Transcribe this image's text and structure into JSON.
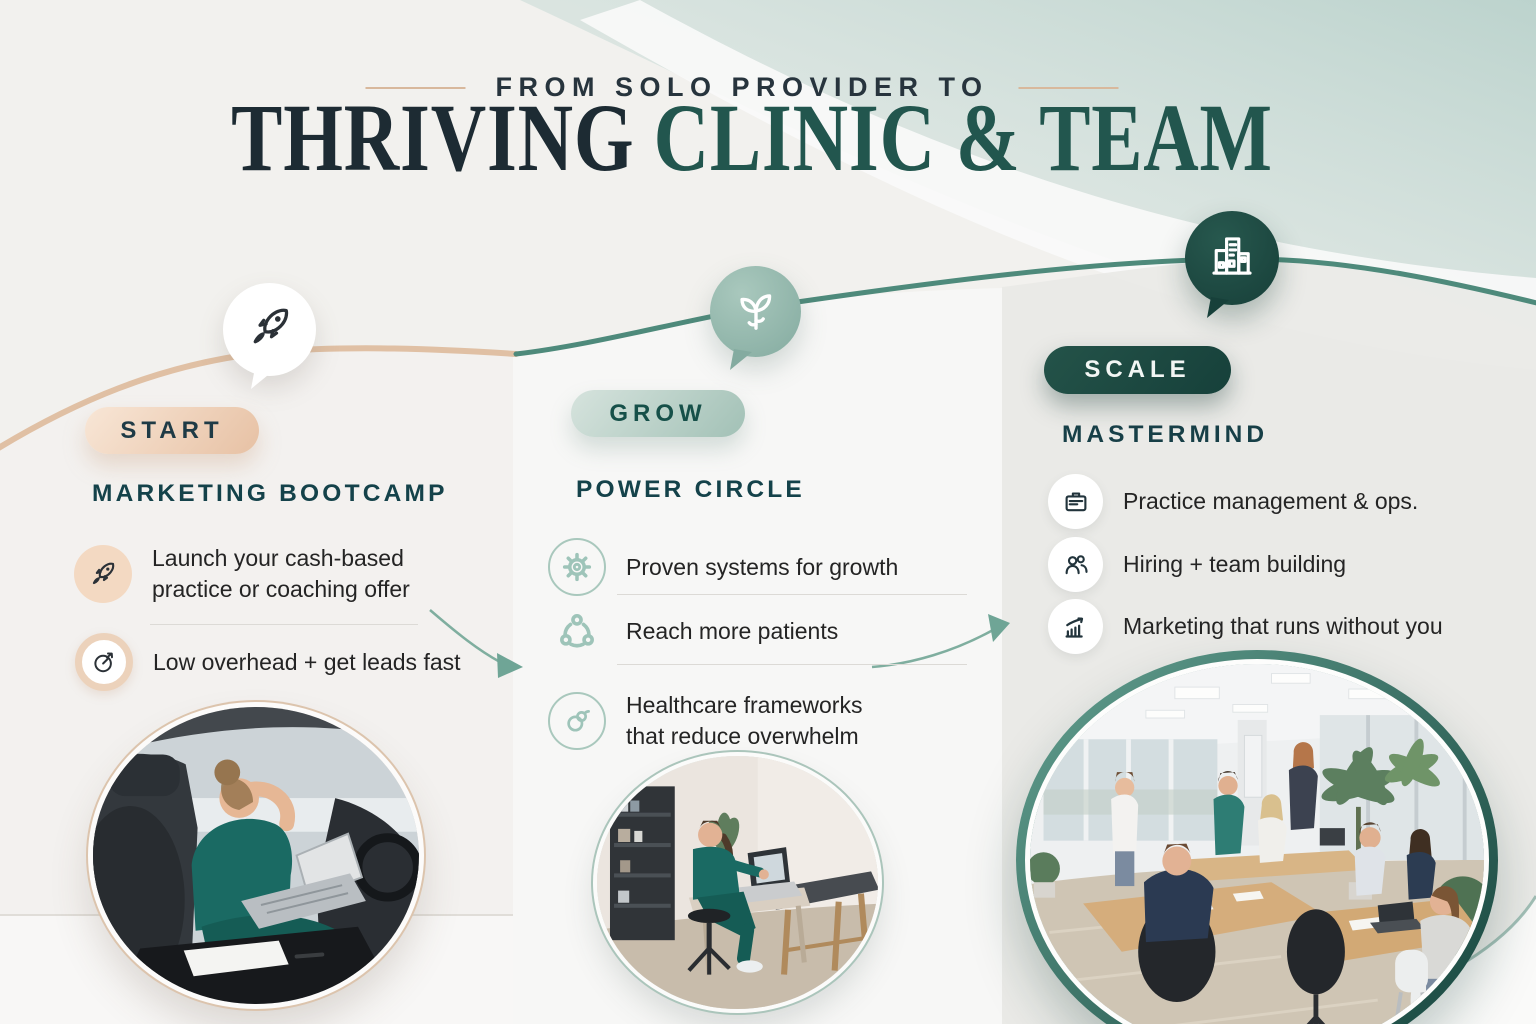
{
  "header": {
    "eyebrow": "FROM SOLO PROVIDER TO",
    "title_primary": "THRIVING",
    "title_secondary": "CLINIC & TEAM"
  },
  "columns": [
    {
      "badge": "START",
      "heading": "MARKETING BOOTCAMP",
      "bubble_icon": "rocket-icon",
      "bullets": [
        {
          "icon": "rocket-icon",
          "text": "Launch your cash-based practice or coaching offer"
        },
        {
          "icon": "quick-launch-icon",
          "text": "Low overhead + get leads fast"
        }
      ],
      "photo_alt": "Tired provider in scrubs working on a laptop in a car"
    },
    {
      "badge": "GROW",
      "heading": "POWER CIRCLE",
      "bubble_icon": "sprout-icon",
      "bullets": [
        {
          "icon": "gear-icon",
          "text": "Proven systems for growth"
        },
        {
          "icon": "community-icon",
          "text": "Reach more patients"
        },
        {
          "icon": "framework-loop-icon",
          "text": "Healthcare frameworks that reduce overwhelm"
        }
      ],
      "photo_alt": "Provider in scrubs working at a desk in a clinic treatment room"
    },
    {
      "badge": "SCALE",
      "heading": "MASTERMIND",
      "bubble_icon": "clinic-building-icon",
      "bullets": [
        {
          "icon": "briefcase-icon",
          "text": "Practice management & ops."
        },
        {
          "icon": "team-icon",
          "text": "Hiring + team building"
        },
        {
          "icon": "growth-chart-icon",
          "text": "Marketing that runs without you"
        }
      ],
      "photo_alt": "Clinic team collaborating around tables in a bright office"
    }
  ],
  "colors": {
    "peach_accent": "#e0c0a4",
    "sage_accent": "#84aba0",
    "teal_dark": "#1d4a44",
    "arrow_teal": "#74a99b",
    "title_dark": "#1d2b33",
    "title_teal": "#22564e"
  }
}
